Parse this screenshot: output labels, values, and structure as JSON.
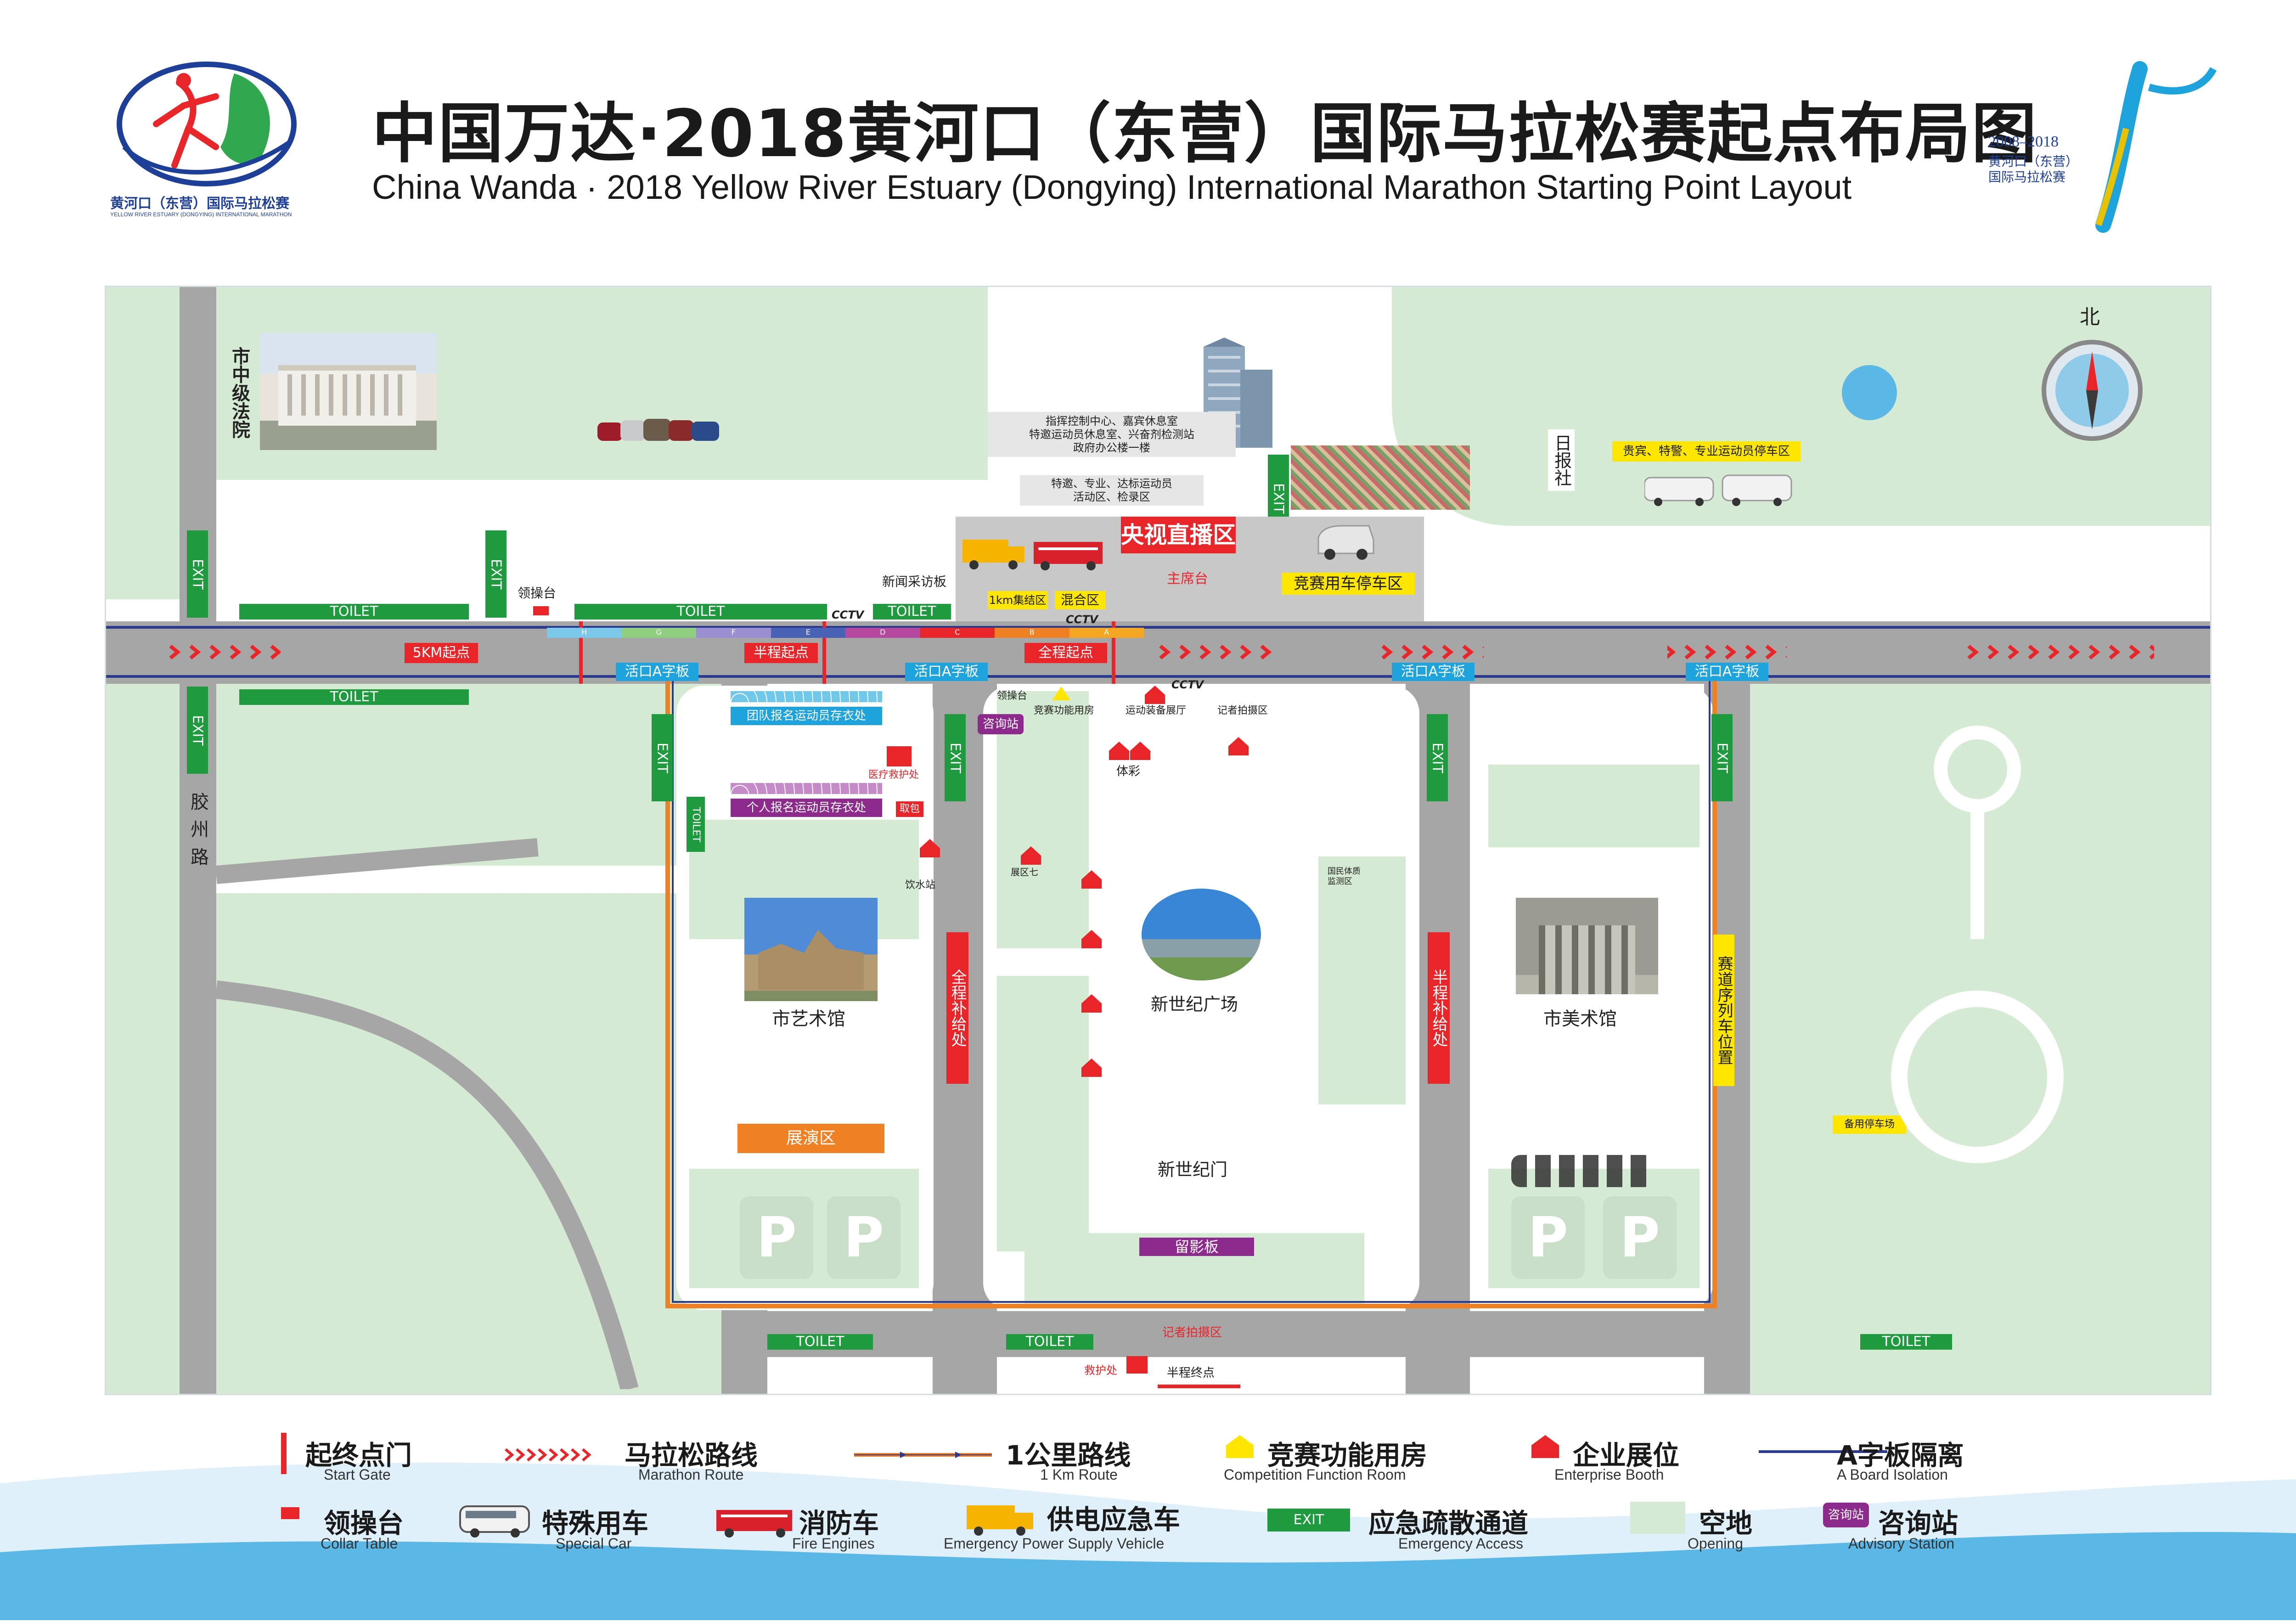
{
  "header": {
    "title_cn": "中国万达·2018黄河口（东营）国际马拉松赛起点布局图",
    "title_en": "China Wanda · 2018 Yellow River Estuary (Dongying) International Marathon Starting Point Layout",
    "logo_left_cn": "黄河口（东营）国际马拉松赛",
    "logo_left_en": "YELLOW RIVER ESTUARY (DONGYING) INTERNATIONAL MARATHON",
    "logo_right_years": "2008–2018",
    "logo_right_cn": "黄河口（东营）国际马拉松赛"
  },
  "map": {
    "north": "北",
    "court": "市中级法院",
    "newspaper": "日报社",
    "vip_parking": "贵宾、特警、专业运动员停车区",
    "command_center": "指挥控制中心、嘉宾休息室\n特邀运动员休息室、兴奋剂检测站\n政府办公楼一楼",
    "athlete_area": "特邀、专业、达标运动员\n活动区、检录区",
    "cctv_zone": "央视直播区",
    "main_stage": "主席台",
    "race_parking": "竞赛用车停车区",
    "press_board": "新闻采访板",
    "podium_label": "领操台",
    "assembly_1km": "1km集结区",
    "mixed_zone": "混合区",
    "cctv": "CCTV",
    "start_5km": "5KM起点",
    "start_half": "半程起点",
    "start_full": "全程起点",
    "a_board": "活口A字板",
    "toilet": "TOILET",
    "exit": "EXIT",
    "jiaozhou_road": "胶州路",
    "team_storage": "团队报名运动员存衣处",
    "individual_storage": "个人报名运动员存衣处",
    "medical": "医疗救护处",
    "retrieve": "取包",
    "water_station": "饮水站",
    "info_station": "咨询站",
    "competition_room": "竞赛功能用房",
    "equipment_hall": "运动装备展厅",
    "press_photo": "记者拍摄区",
    "lottery": "体彩",
    "exhibition_seven": "展区七",
    "fitness_test": "国民体质\n监测区",
    "art_center": "市艺术馆",
    "century_square": "新世纪广场",
    "art_museum": "市美术馆",
    "performance_area": "展演区",
    "century_gate": "新世纪门",
    "photo_board": "留影板",
    "full_supply": "全程补给处",
    "half_supply": "半程补给处",
    "lane_queue": "赛道序列车位置",
    "backup_parking": "备用停车场",
    "press_photo_bottom": "记者拍摄区",
    "rescue": "救护处",
    "half_finish": "半程终点",
    "parking_p": "P",
    "board_letters": [
      "H",
      "G",
      "F",
      "E",
      "D",
      "C",
      "B",
      "A"
    ]
  },
  "legend": [
    {
      "cn": "起终点门",
      "en": "Start Gate",
      "icon": "start-gate-icon"
    },
    {
      "cn": "马拉松路线",
      "en": "Marathon Route",
      "icon": "marathon-route-icon"
    },
    {
      "cn": "1公里路线",
      "en": "1 Km Route",
      "icon": "one-km-route-icon"
    },
    {
      "cn": "竞赛功能用房",
      "en": "Competition Function Room",
      "icon": "competition-room-icon"
    },
    {
      "cn": "企业展位",
      "en": "Enterprise Booth",
      "icon": "enterprise-booth-icon"
    },
    {
      "cn": "A字板隔离",
      "en": "A Board Isolation",
      "icon": "a-board-icon"
    },
    {
      "cn": "领操台",
      "en": "Collar Table",
      "icon": "collar-table-icon"
    },
    {
      "cn": "特殊用车",
      "en": "Special Car",
      "icon": "bus-icon"
    },
    {
      "cn": "消防车",
      "en": "Fire Engines",
      "icon": "fire-engine-icon"
    },
    {
      "cn": "供电应急车",
      "en": "Emergency Power Supply Vehicle",
      "icon": "power-truck-icon"
    },
    {
      "cn": "应急疏散通道",
      "en": "Emergency Access",
      "icon": "exit-sign-icon"
    },
    {
      "cn": "空地",
      "en": "Opening",
      "icon": "open-space-icon"
    },
    {
      "cn": "咨询站",
      "en": "Advisory Station",
      "icon": "advisory-station-icon"
    }
  ],
  "colors": {
    "green_space": "#d5ead2",
    "road": "#a6a6a6",
    "route_red": "#e8262a",
    "km_orange": "#f08024",
    "a_board_navy": "#2b3a8c",
    "wave_blue": "#5bb7e6"
  }
}
